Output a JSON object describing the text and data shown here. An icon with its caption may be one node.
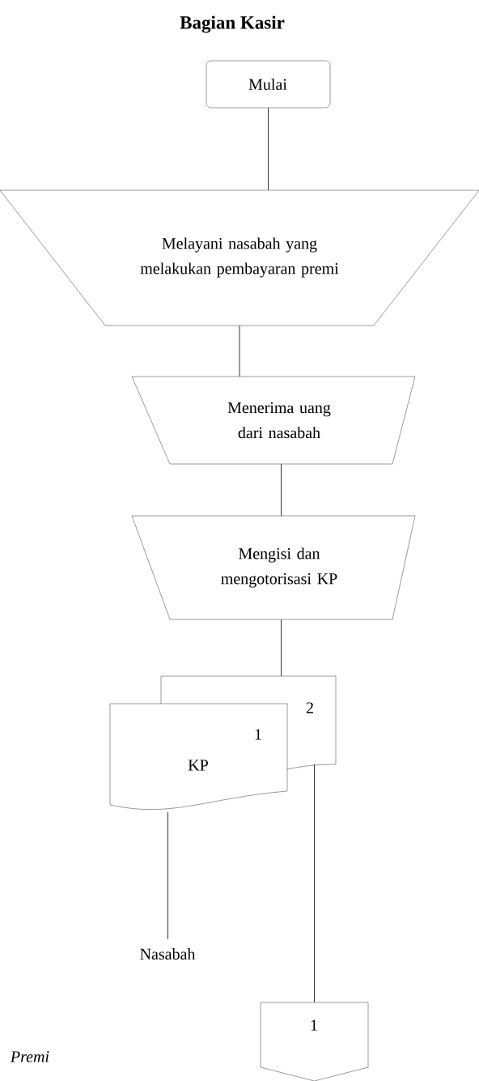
{
  "diagram": {
    "title": "Bagian Kasir",
    "nodes": [
      {
        "text": [
          "Mulai"
        ]
      },
      {
        "text": [
          "Melayani nasabah yang melakukan pembayaran premi"
        ]
      },
      {
        "text": [
          "Menerima uang dari nasabah"
        ]
      },
      {
        "text": [
          "Mengisi dan mengotorisasi KP"
        ]
      },
      {
        "text": [
          "2"
        ]
      },
      {
        "text": [
          "1",
          "KP"
        ]
      },
      {
        "text": [
          "Nasabah"
        ]
      },
      {
        "text": [
          "1"
        ]
      }
    ],
    "edges": [
      {
        "from": 0,
        "to": 1,
        "arrow": "none"
      },
      {
        "from": 1,
        "to": 2,
        "arrow": "none"
      },
      {
        "from": 2,
        "to": 3,
        "arrow": "none"
      },
      {
        "from": 3,
        "to": 4,
        "arrow": "none"
      },
      {
        "from": 4,
        "to": 7,
        "arrow": "none"
      },
      {
        "from": 5,
        "to": 6,
        "arrow": "none"
      }
    ],
    "labels": [
      "Premi"
    ]
  }
}
